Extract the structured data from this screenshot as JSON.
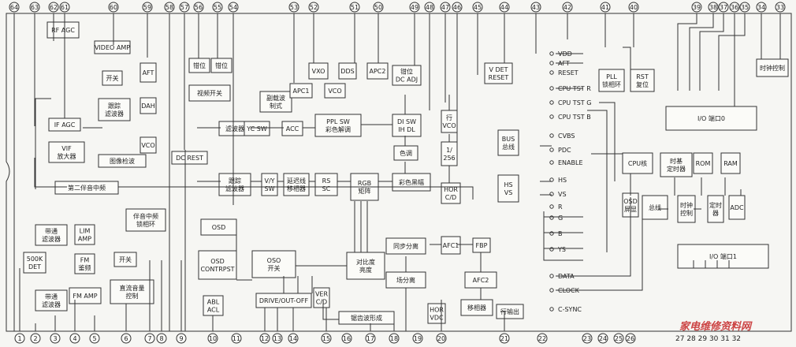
{
  "pins_top": [
    "64",
    "63",
    "62",
    "61",
    "60",
    "59",
    "58",
    "57",
    "56",
    "55",
    "54",
    "53",
    "52",
    "51",
    "50",
    "49",
    "48",
    "47",
    "46",
    "45",
    "44",
    "43",
    "42",
    "41",
    "40",
    "39",
    "38",
    "37",
    "36",
    "35",
    "34",
    "33"
  ],
  "pins_bottom": [
    "1",
    "2",
    "3",
    "4",
    "5",
    "6",
    "7",
    "8",
    "9",
    "10",
    "11",
    "12",
    "13",
    "14",
    "15",
    "16",
    "17",
    "18",
    "19",
    "20",
    "21",
    "22",
    "23",
    "24",
    "25",
    "26"
  ],
  "pins_bottom_right": "27 28 29 30 31 32",
  "blocks": {
    "rf_agc": "RF AGC",
    "video_amp": "VIDEO AMP",
    "switch_a": "开关",
    "track_filter_1": "跟踪",
    "track_filter_2": "滤波器",
    "aft_1": "AFT",
    "dah": "DAH",
    "vco_1": "VCO",
    "if_agc": "IF AGC",
    "vif_1": "VIF",
    "vif_2": "放大器",
    "image_detect": "图像检波",
    "second_sif": "第二伴音中频",
    "clamp_1": "钳位",
    "clamp_2": "钳位",
    "video_switch": "视频开关",
    "dc_rest": "DC REST",
    "vxo": "VXO",
    "dds": "DDS",
    "apc2": "APC2",
    "subcarrier_1": "副载波",
    "subcarrier_2": "制式",
    "apc1": "APC1",
    "vco_2": "VCO",
    "clamp_dc_1": "钳位",
    "clamp_dc_2": "DC ADJ",
    "filter_1": "滤波器",
    "yc_sw": "YC SW",
    "acc": "ACC",
    "pal_sw_1": "PPL SW",
    "pal_sw_2": "彩色解调",
    "di_sw_1": "DI SW",
    "di_sw_2": "IH DL",
    "hue": "色调",
    "color_diff": "彩色黑幅",
    "track_filter_3": "跟踪",
    "track_filter_4": "滤波器",
    "vy_sw_1": "V/Y",
    "vy_sw_2": "SW",
    "delay_1": "延迟线",
    "delay_2": "移相器",
    "rs_sc_1": "RS",
    "rs_sc_2": "SC",
    "rgb_1": "RGB",
    "rgb_2": "矩阵",
    "hvco_1": "行",
    "hvco_2": "VCO",
    "div_256_1": "1/",
    "div_256_2": "256",
    "hor_cd_1": "HOR",
    "hor_cd_2": "C/D",
    "sound_if_1": "伴音中频",
    "sound_if_2": "锁相环",
    "bandpass_1": "带通",
    "bandpass_2": "滤波器",
    "lim_amp_1": "LIM",
    "lim_amp_2": "AMP",
    "fm_det_1": "FM",
    "fm_det_2": "鉴频",
    "det_500k_1": "500K",
    "det_500k_2": "DET",
    "bandpass_3": "带通",
    "bandpass_4": "滤波器",
    "fm_amp": "FM AMP",
    "switch_b": "开关",
    "dc_volume_1": "直流音量",
    "dc_volume_2": "控制",
    "osd_top": "OSD",
    "osd_contrast_1": "OSD",
    "osd_contrast_2": "CONTRPST",
    "osd_switch_1": "OSO",
    "osd_switch_2": "开关",
    "contrast_1": "对比度",
    "contrast_2": "亮度",
    "abl_1": "ABL",
    "abl_2": "ACL",
    "drive": "DRIVE/OUT-OFF",
    "ver_cd_1": "VER",
    "ver_cd_2": "C/D",
    "sawtooth": "锯齿波形成",
    "sync_sep": "同步分离",
    "field_sep": "场分离",
    "afc1": "AFC1",
    "fbp": "FBP",
    "afc2": "AFC2",
    "phase_shift": "移相器",
    "hor_out": "行输出",
    "hor_vdc_1": "HOR",
    "hor_vdc_2": "VDC",
    "vdet_1": "V DET",
    "vdet_2": "RESET",
    "pll_1": "PLL",
    "pll_2": "锁相环",
    "rst_1": "RST",
    "rst_2": "复位",
    "io_port_0": "I/O 端口0",
    "clock_ctrl": "时钟控制",
    "cpu_core": "CPU核",
    "timebase_1": "时基",
    "timebase_2": "定时器",
    "rom": "ROM",
    "ram": "RAM",
    "bus_1": "BUS",
    "bus_2": "总线",
    "hsvs_hs": "HS",
    "hsvs_vs": "VS",
    "osd_screen_1": "OSD",
    "osd_screen_2": "屏显",
    "bus_main": "总线",
    "clk_ctrl_1": "时钟",
    "clk_ctrl_2": "控制",
    "timer_1": "定时",
    "timer_2": "器",
    "adc": "ADC",
    "io_port_1": "I/O 端口1"
  },
  "signals": {
    "vdd": "VDD",
    "aft": "AFT",
    "reset": "RESET",
    "cpu_tst_r": "CPU TST R",
    "cpu_tst_g": "CPU TST G",
    "cpu_tst_b": "CPU TST B",
    "cvbs": "CVBS",
    "pdc": "PDC",
    "enable": "ENABLE",
    "hs": "HS",
    "vs": "VS",
    "r": "R",
    "g": "G",
    "b": "B",
    "ys": "YS",
    "data": "DATA",
    "clock": "CLOCK",
    "c_sync": "C-SYNC"
  },
  "watermark": "家电维修资料网",
  "colors": {
    "line": "#333333",
    "background": "#f6f6f3",
    "watermark": "#cc4444"
  }
}
